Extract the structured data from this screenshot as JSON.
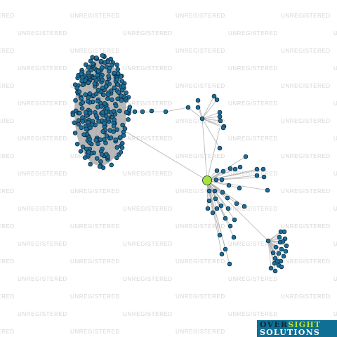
{
  "watermark": {
    "text": "UNREGISTERED"
  },
  "logo": {
    "line1_a": "OVER",
    "line1_b": "SIGHT",
    "line2": "SOLUTIONS"
  },
  "colors": {
    "node_fill": "#1d6e9a",
    "node_stroke": "#0c2c3e",
    "focus_fill": "#a8e23b",
    "edge": "#b3b3b3"
  },
  "graph": {
    "focus_node": "center-entity",
    "clusters": [
      {
        "name": "large-cluster",
        "node_count": 290
      },
      {
        "name": "right-cluster",
        "node_count": 22
      }
    ]
  }
}
